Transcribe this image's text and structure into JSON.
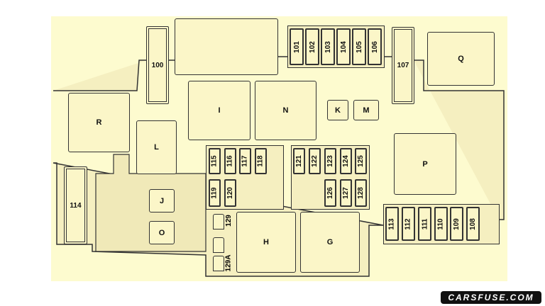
{
  "colors": {
    "background": "#fdfbcf",
    "body": "#f5efc0",
    "outline": "#333333"
  },
  "relays": {
    "Q": "Q",
    "R": "R",
    "I": "I",
    "N": "N",
    "K": "K",
    "M": "M",
    "P": "P",
    "L": "L",
    "J": "J",
    "O": "O",
    "H": "H",
    "G": "G"
  },
  "fuses": {
    "f100": "100",
    "f107": "107",
    "f114": "114",
    "top_group": [
      "101",
      "102",
      "103",
      "104",
      "105",
      "106"
    ],
    "mid_left_top": [
      "115",
      "116",
      "117",
      "118"
    ],
    "mid_left_bottom": [
      "119",
      "120"
    ],
    "mid_right_top": [
      "121",
      "122",
      "123",
      "124",
      "125"
    ],
    "mid_right_bottom": [
      "126",
      "127",
      "128"
    ],
    "right_group": [
      "113",
      "112",
      "111",
      "110",
      "109",
      "108"
    ],
    "connectors": [
      "129",
      "",
      "129A"
    ]
  },
  "watermark": "CARSFUSE.COM"
}
